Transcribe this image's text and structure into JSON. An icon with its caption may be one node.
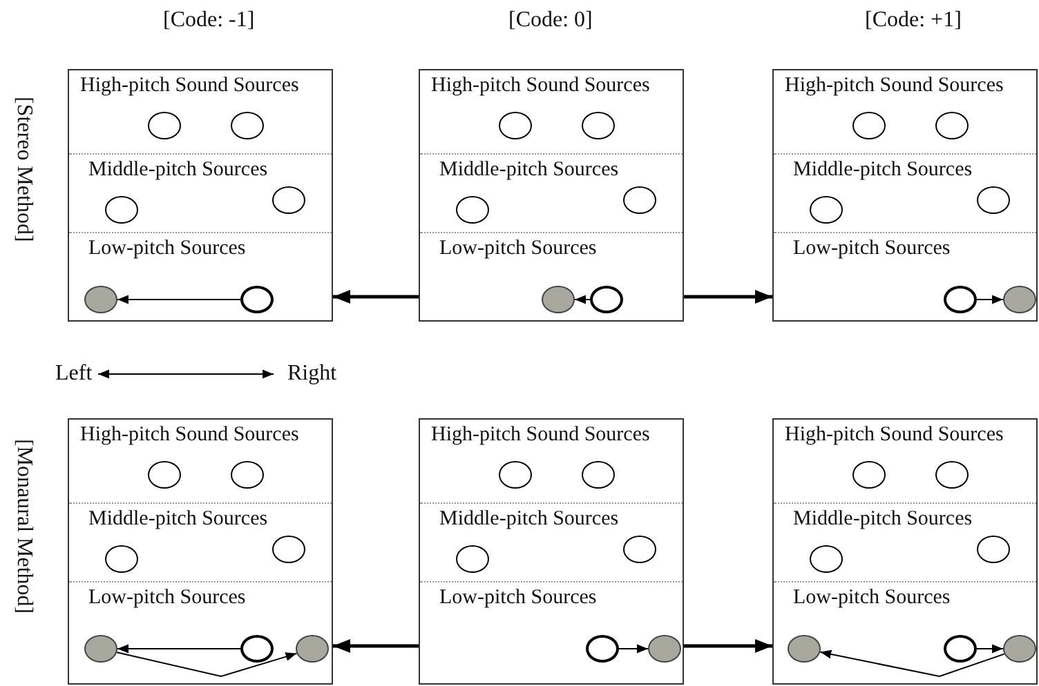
{
  "diagram": {
    "nodes": [
      {
        "text": [],
        "shape": "box"
      },
      {
        "text": [
          "High-pitch Sound Sources"
        ],
        "in": 0
      },
      {
        "text": [],
        "shape": "circle",
        "in": 1
      },
      {
        "text": [],
        "shape": "circle",
        "in": 1
      },
      {
        "text": [
          "Middle-pitch Sources"
        ],
        "in": 0
      },
      {
        "text": [],
        "shape": "circle",
        "in": 4
      },
      {
        "text": [],
        "shape": "circle",
        "in": 4
      },
      {
        "text": [
          "Low-pitch Sources"
        ],
        "in": 0
      },
      {
        "text": [],
        "shape": "circle",
        "in": 7
      },
      {
        "text": [],
        "shape": "circle",
        "in": 7
      },
      {
        "text": [],
        "shape": "box"
      },
      {
        "text": [
          "High-pitch Sound Sources"
        ],
        "in": 10
      },
      {
        "text": [],
        "shape": "circle",
        "in": 11
      },
      {
        "text": [],
        "shape": "circle",
        "in": 11
      },
      {
        "text": [
          "Middle-pitch Sources"
        ],
        "in": 10
      },
      {
        "text": [],
        "shape": "circle",
        "in": 14
      },
      {
        "text": [],
        "shape": "circle",
        "in": 14
      },
      {
        "text": [
          "Low-pitch Sources"
        ],
        "in": 10
      },
      {
        "text": [],
        "shape": "circle",
        "in": 17
      },
      {
        "text": [],
        "shape": "circle",
        "in": 17
      },
      {
        "text": [],
        "shape": "box"
      },
      {
        "text": [
          "High-pitch Sound Sources"
        ],
        "in": 20
      },
      {
        "text": [],
        "shape": "circle",
        "in": 21
      },
      {
        "text": [],
        "shape": "circle",
        "in": 21
      },
      {
        "text": [
          "Middle-pitch Sources"
        ],
        "in": 20
      },
      {
        "text": [],
        "shape": "circle",
        "in": 24
      },
      {
        "text": [],
        "shape": "circle",
        "in": 24
      },
      {
        "text": [
          "Low-pitch Sources"
        ],
        "in": 20
      },
      {
        "text": [],
        "shape": "circle",
        "in": 27
      },
      {
        "text": [],
        "shape": "circle",
        "in": 27
      },
      {
        "text": [],
        "shape": "box"
      },
      {
        "text": [
          "High-pitch Sound Sources"
        ],
        "in": 30
      },
      {
        "text": [],
        "shape": "circle",
        "in": 31
      },
      {
        "text": [],
        "shape": "circle",
        "in": 31
      },
      {
        "text": [
          "Middle-pitch Sources"
        ],
        "in": 30
      },
      {
        "text": [],
        "shape": "circle",
        "in": 34
      },
      {
        "text": [],
        "shape": "circle",
        "in": 34
      },
      {
        "text": [
          "Low-pitch Sources"
        ],
        "in": 30
      },
      {
        "text": [],
        "shape": "circle",
        "in": 37
      },
      {
        "text": [],
        "shape": "circle",
        "in": 37
      },
      {
        "text": [],
        "shape": "circle",
        "in": 37
      },
      {
        "text": [],
        "shape": "box"
      },
      {
        "text": [
          "High-pitch Sound Sources"
        ],
        "in": 41
      },
      {
        "text": [],
        "shape": "circle",
        "in": 42
      },
      {
        "text": [],
        "shape": "circle",
        "in": 42
      },
      {
        "text": [
          "Middle-pitch Sources"
        ],
        "in": 41
      },
      {
        "text": [],
        "shape": "circle",
        "in": 45
      },
      {
        "text": [],
        "shape": "circle",
        "in": 45
      },
      {
        "text": [
          "Low-pitch Sources"
        ],
        "in": 41
      },
      {
        "text": [],
        "shape": "circle",
        "in": 48
      },
      {
        "text": [],
        "shape": "circle",
        "in": 48
      },
      {
        "text": [],
        "shape": "box"
      },
      {
        "text": [
          "High-pitch Sound Sources"
        ],
        "in": 51
      },
      {
        "text": [],
        "shape": "circle",
        "in": 52
      },
      {
        "text": [],
        "shape": "circle",
        "in": 52
      },
      {
        "text": [
          "Middle-pitch Sources"
        ],
        "in": 51
      },
      {
        "text": [],
        "shape": "circle",
        "in": 55
      },
      {
        "text": [],
        "shape": "circle",
        "in": 55
      },
      {
        "text": [
          "Low-pitch Sources"
        ],
        "in": 51
      },
      {
        "text": [],
        "shape": "circle",
        "in": 58
      },
      {
        "text": [],
        "shape": "circle",
        "in": 58
      },
      {
        "text": [],
        "shape": "circle",
        "in": 58
      }
    ],
    "edges": [
      {
        "from": 9,
        "to": 8,
        "arrow": "to"
      },
      {
        "from": 10,
        "to": 0,
        "arrow": "to",
        "style": "thick"
      },
      {
        "from": 10,
        "to": 20,
        "arrow": "to",
        "style": "thick"
      },
      {
        "from": 19,
        "to": 18,
        "arrow": "to"
      },
      {
        "from": 28,
        "to": 29,
        "arrow": "to"
      },
      {
        "from": 39,
        "to": 38,
        "arrow": "to"
      },
      {
        "from": 38,
        "to": 40,
        "arrow": "to"
      },
      {
        "from": 41,
        "to": 30,
        "arrow": "to",
        "style": "thick"
      },
      {
        "from": 41,
        "to": 51,
        "arrow": "to",
        "style": "thick"
      },
      {
        "from": 49,
        "to": 50,
        "arrow": "to"
      },
      {
        "from": 60,
        "to": 61,
        "arrow": "to"
      },
      {
        "from": 61,
        "to": 59,
        "arrow": "to"
      }
    ],
    "labels": [
      "[Code: -1]",
      "[Code: 0]",
      "[Code: +1]",
      "[Stereo Method]",
      "[Monaural Method]",
      "Left",
      "Right"
    ]
  }
}
